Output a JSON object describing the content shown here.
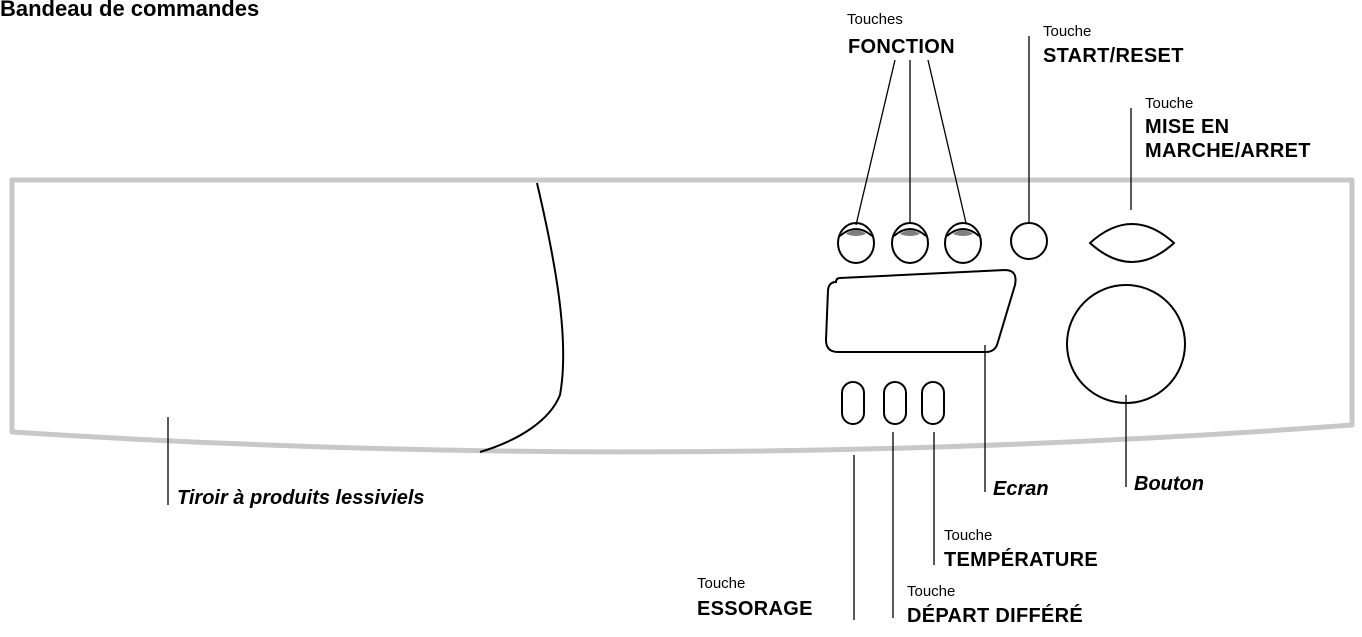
{
  "title": "Bandeau de commandes",
  "colors": {
    "panel_outline": "#c8c8c8",
    "line": "#000000",
    "background": "#ffffff"
  },
  "labels": {
    "fonction": {
      "small": "Touches",
      "big": "FONCTION"
    },
    "start_reset": {
      "small": "Touche",
      "big": "START/RESET"
    },
    "mise_en_marche": {
      "small": "Touche",
      "big_line1": "MISE EN",
      "big_line2": "MARCHE/ARRET"
    },
    "tiroir": "Tiroir à produits lessiviels",
    "ecran": "Ecran",
    "bouton": "Bouton",
    "temperature": {
      "small": "Touche",
      "big": "TEMPÉRATURE"
    },
    "essorage": {
      "small": "Touche",
      "big": "ESSORAGE"
    },
    "depart_differe": {
      "small": "Touche",
      "big": "DÉPART DIFFÉRÉ"
    }
  }
}
